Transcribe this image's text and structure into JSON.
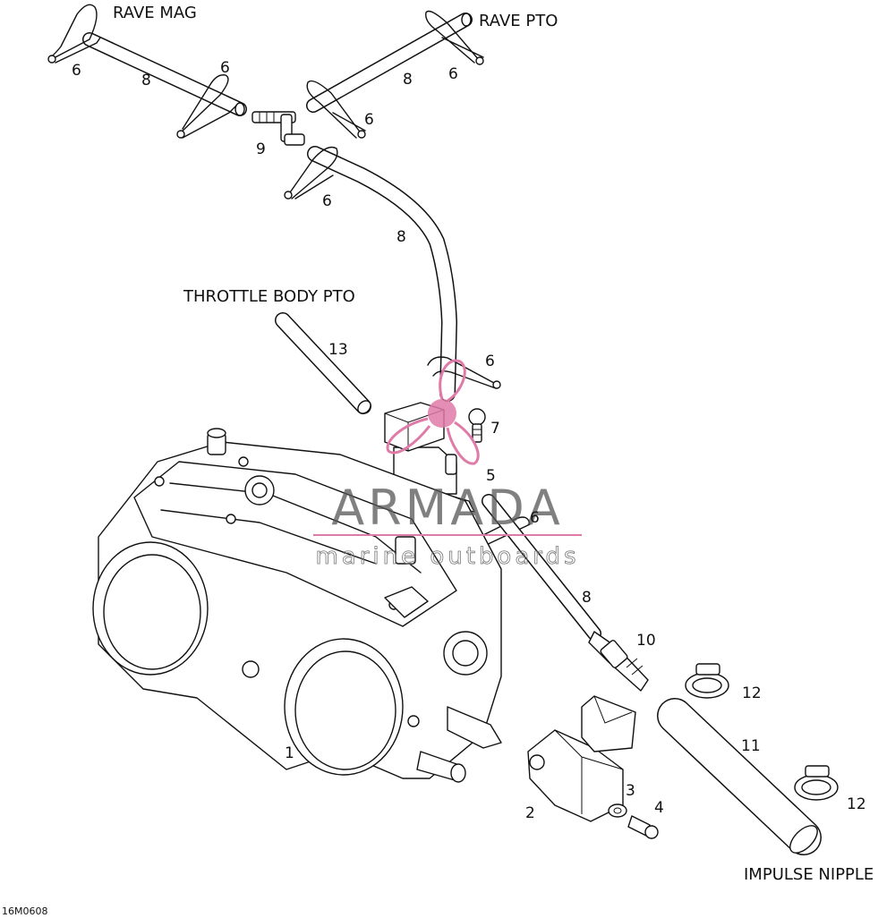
{
  "labels": {
    "rave_mag": "RAVE MAG",
    "rave_pto": "RAVE PTO",
    "throttle_body_pto": "THROTTLE BODY PTO",
    "impulse_nipple": "IMPULSE NIPPLE",
    "drawing_code": "16M0608"
  },
  "callouts": {
    "c1": "1",
    "c2": "2",
    "c3": "3",
    "c4": "4",
    "c5": "5",
    "c6": "6",
    "c7": "7",
    "c8": "8",
    "c9": "9",
    "c10": "10",
    "c11": "11",
    "c12": "12",
    "c13": "13"
  },
  "watermark": {
    "brand": "ARMADA",
    "tagline": "marine outboards",
    "accent_color": "#e07aa8",
    "text_color": "#555555"
  }
}
